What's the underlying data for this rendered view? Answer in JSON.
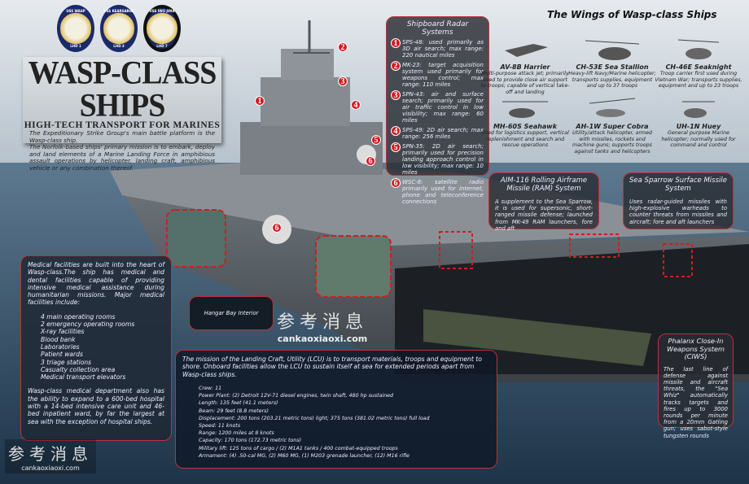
{
  "seals": [
    {
      "name": "USS WASP",
      "hull": "LHD 1"
    },
    {
      "name": "USS KEARSARGE",
      "hull": "LHD 3"
    },
    {
      "name": "USS IWO JIMA",
      "hull": "LHD 7"
    }
  ],
  "header": {
    "title": "WASP-CLASS SHIPS",
    "subtitle": "HIGH-TECH TRANSPORT FOR MARINES",
    "intro1": "The Expeditionary Strike Group's main battle platform is the Wasp-class ship.",
    "intro2": "The Norfolk-based ships' primary mission is to embark, deploy and land elements of a Marine Landing Force in amphibious assault operations by helicopter, landing craft, amphibious vehicle or any combination thereof."
  },
  "radar": {
    "title": "Shipboard Radar Systems",
    "items": [
      {
        "num": "1",
        "text": "SPS-48: used primarily as 3D air search; max range: 220 nautical miles"
      },
      {
        "num": "2",
        "text": "MK-23: target acquisition system used primarily for weapons control; max range: 110 miles"
      },
      {
        "num": "3",
        "text": "SPN-43: air and surface search; primarily used for air traffic control in low visibility; max range: 60 miles"
      },
      {
        "num": "4",
        "text": "SPS-49: 2D air search; max range: 256 miles"
      },
      {
        "num": "5",
        "text": "SPN-35: 2D air search; primarily used for precision landing approach control in low visibility; max range: 10 miles"
      },
      {
        "num": "6",
        "text": "WSC-6: satellite radio primarily used for internet, phone and teleconference connections"
      }
    ]
  },
  "ship_markers": [
    "1",
    "2",
    "3",
    "4",
    "5",
    "6",
    "6"
  ],
  "wings": {
    "title": "The Wings of Wasp-class Ships",
    "aircraft": [
      {
        "name": "AV-8B Harrier",
        "desc": "Multi-purpose attack jet; primarily used to provide close air support to troops; capable of vertical take-off and landing"
      },
      {
        "name": "CH-53E Sea Stallion",
        "desc": "Heavy-lift Navy/Marine helicopter; transports supplies, equipment and up to 37 troops"
      },
      {
        "name": "CH-46E Seaknight",
        "desc": "Troop carrier first used during Vietnam War; transports supplies, equipment and up to 23 troops"
      },
      {
        "name": "MH-60S Seahawk",
        "desc": "Used for logistics support, vertical replenishment and search and rescue operations"
      },
      {
        "name": "AH-1W Super Cobra",
        "desc": "Utility/attack helicopter, armed with missiles, rockets and machine guns; supports troops against tanks and helicopters"
      },
      {
        "name": "UH-1N Huey",
        "desc": "General purpose Marine helicopter; normally used for command and control"
      }
    ]
  },
  "ram": {
    "title": "AIM-116 Rolling Airframe Missile (RAM) System",
    "text": "A supplement to the Sea Sparrow, it is used for supersonic, short-ranged missile defense; launched from MK-49 RAM launchers, fore and aft"
  },
  "sea_sparrow": {
    "title": "Sea Sparrow Surface Missile System",
    "text": "Uses radar-guided missiles with high-explosive warheads to counter threats from missiles and aircraft; fore and aft launchers"
  },
  "medical": {
    "intro": "Medical facilities are built into the heart of Wasp-class.The ship has medical and dental facilities capable of providing intensive medical assistance during humanitarian missions. Major medical facilities include:",
    "items": [
      "4 main operating rooms",
      "2 emergency operating rooms",
      "X-ray facilities",
      "Blood bank",
      "Laboratories",
      "Patient wards",
      "3 triage stations",
      "Casualty collection area",
      "Medical transport elevators"
    ],
    "outro": "Wasp-class medical department also has the ability to expand to a 600-bed hospital with a 14-bed intensive care unit and 46-bed inpatient ward, by far the largest at sea with the exception of hospital ships."
  },
  "hangar": {
    "label": "Hangar Bay Interior"
  },
  "lcu": {
    "intro": "The mission of the Landing Craft, Utility (LCU) is to transport materials, troops and equipment to shore. Onboard facilities allow the LCU to sustain itself at sea for extended periods apart from Wasp-class ships.",
    "specs": [
      "Crew:  11",
      "Power Plant:  (2) Detroit 12V-71 diesel engines, twin shaft, 480 hp sustained",
      "Length:  135 feet (41.1 meters)",
      "Beam:  29 feet (8.8 meters)",
      "Displacement:  200 tons (203.21 metric tons) light; 375 tons (381.02 metric tons) full load",
      "Speed:  11 knots",
      "Range:  1200 miles at 8 knots",
      "Capacity:  170 tons (172.73 metric tons)",
      "Military lift:  125 tons of cargo / (2) M1A1 tanks / 400 combat-equipped troops",
      "Armament:  (4) .50-cal MG, (2) M60 MG, (1) M203 grenade launcher, (12) M16 rifle"
    ]
  },
  "ciws": {
    "title": "Phalanx Close-In Weapons System (CIWS)",
    "text": "The last line of defense against missile and aircraft threats, the \"Sea Whiz\" automatically tracks targets and fires up to 3000 rounds per minute from a 20mm Gatling gun; uses sabot-style tungsten rounds"
  },
  "watermark": {
    "cn": "参考消息",
    "url": "cankaoxiaoxi.com"
  },
  "colors": {
    "accent_red": "#d21c22",
    "panel": "#2c3036",
    "sky": "#c9d2da",
    "sea": "#2d4a63"
  }
}
